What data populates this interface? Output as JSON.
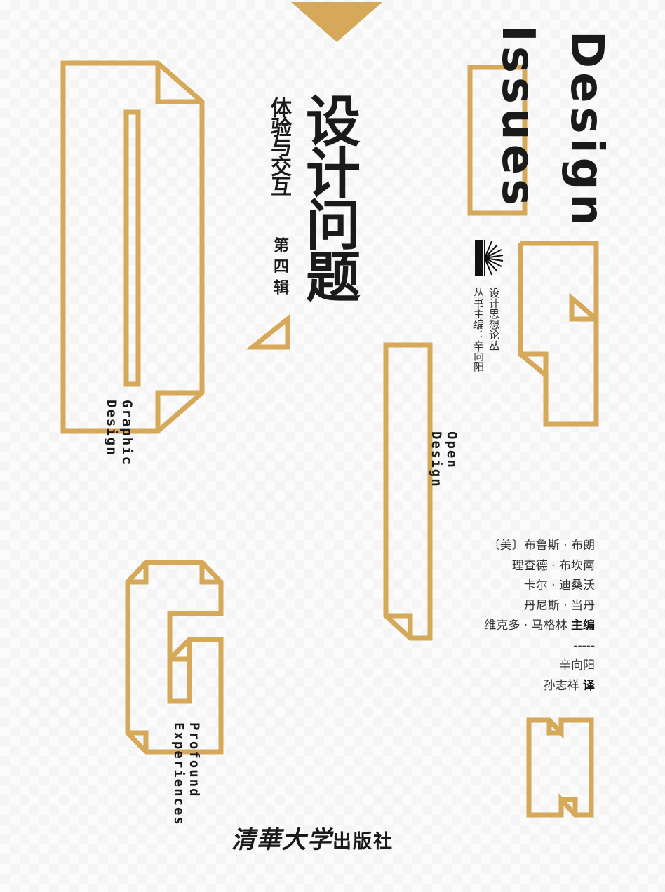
{
  "colors": {
    "accent": "#d6a95a",
    "text": "#1a1a1a"
  },
  "cover": {
    "title": "设计问题",
    "subtitle": "体验与交互",
    "volume": "第四辑",
    "english_title_1": "Design",
    "english_title_2": "Issues",
    "series_name": "设计思想论丛",
    "series_editor": "丛书主编：辛向阳",
    "label_graphic_1": "Graphic",
    "label_graphic_2": "Design",
    "label_open_1": "Open",
    "label_open_2": "Design",
    "label_profound_1": "Profound",
    "label_profound_2": "Experiences"
  },
  "authors": {
    "lines": [
      "〔美〕布鲁斯 · 布朗",
      "理查德 · 布坎南",
      "卡尔 · 迪桑沃",
      "丹尼斯 · 当丹",
      "维克多 · 马格林"
    ],
    "editor_role": "主编",
    "divider": "-----",
    "translators": [
      "辛向阳",
      "孙志祥"
    ],
    "translator_role": "译"
  },
  "publisher": {
    "logo_text": "清華大学",
    "press": "出版社"
  }
}
